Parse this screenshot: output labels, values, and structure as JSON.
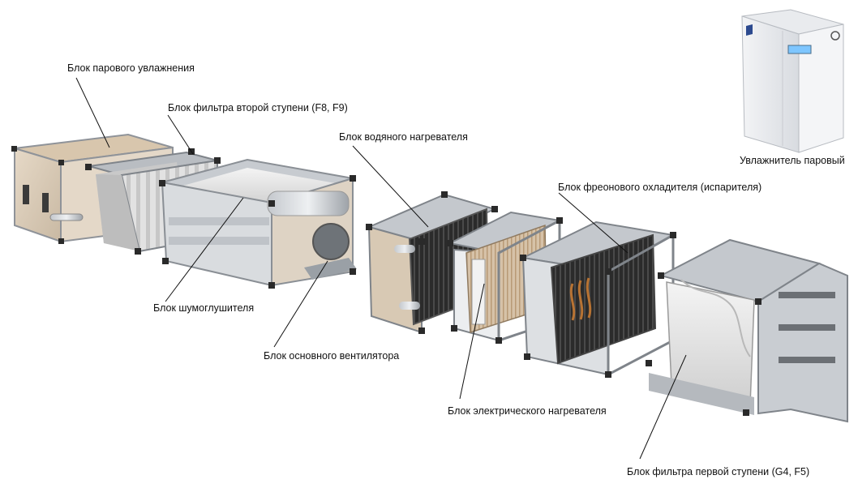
{
  "labels": {
    "steam_humidifier_block": "Блок парового увлажнения",
    "second_stage_filter": "Блок фильтра второй ступени (F8, F9)",
    "water_heater": "Блок водяного нагревателя",
    "freon_cooler": "Блок фреонового охладителя (испарителя)",
    "silencer": "Блок шумоглушителя",
    "main_fan": "Блок основного вентилятора",
    "electric_heater": "Блок электрического нагревателя",
    "first_stage_filter": "Блок фильтра первой ступени (G4, F5)",
    "steam_humidifier": "Увлажнитель паровый"
  },
  "colors": {
    "frame": "#a9adb3",
    "panel": "#d9cbb8",
    "corner": "#2a2a2a",
    "coil": "#2b2b2b",
    "filter": "#eeeeee",
    "leader": "#111111"
  }
}
